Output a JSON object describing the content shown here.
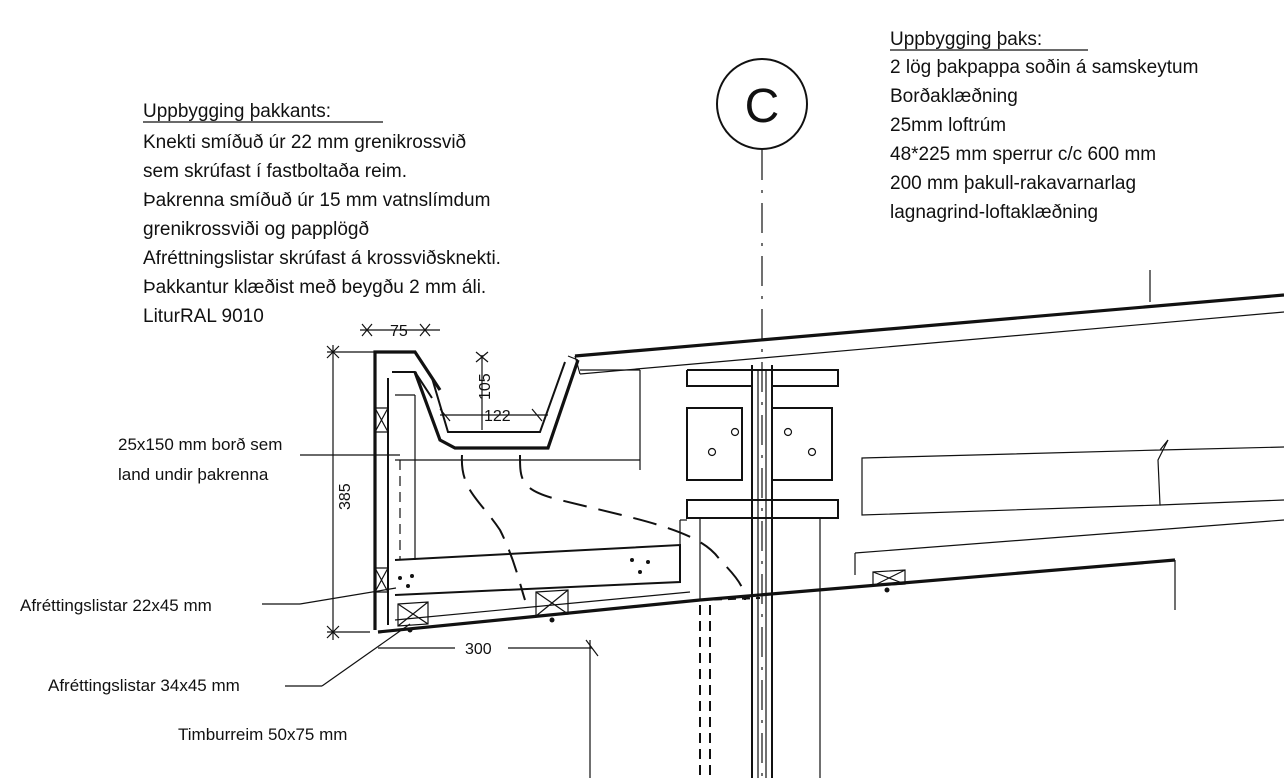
{
  "roof_edge_note": {
    "heading": "Uppbygging þakkants:",
    "lines": [
      "Knekti smíðuð úr 22 mm grenikrossvið",
      "sem skrúfast í fastboltaða reim.",
      "Þakrenna smíðuð úr 15 mm vatnslímdum",
      "grenikrossviði og papplögð",
      "Afréttningslistar skrúfast á krossviðsknekti.",
      "Þakkantur klæðist með beygðu 2 mm áli.",
      "LiturRAL 9010"
    ]
  },
  "roof_note": {
    "heading": "Uppbygging þaks:",
    "lines": [
      "2 lög þakpappa soðin á samskeytum",
      "Borðaklæðning",
      "25mm loftrúm",
      "48*225 mm sperrur c/c 600 mm",
      "200 mm þakull-rakavarnarlag",
      "lagnagrind-loftaklæðning"
    ]
  },
  "grid_marker": "C",
  "dimensions": {
    "edge_width": "75",
    "gutter_depth": "105",
    "gutter_width": "122",
    "fascia_height": "385",
    "overhang": "300"
  },
  "callouts": {
    "board_line1": "25x150 mm borð sem",
    "board_line2": "land undir þakrenna",
    "batten_small": "Afréttingslistar 22x45 mm",
    "batten_large": "Afréttingslistar 34x45 mm",
    "timber_beam": "Timburreim 50x75 mm"
  }
}
